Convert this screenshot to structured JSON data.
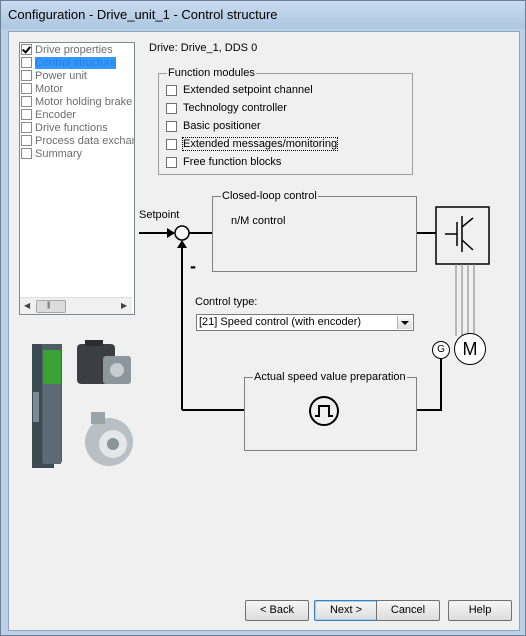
{
  "window": {
    "title": "Configuration - Drive_unit_1 - Control structure"
  },
  "tree": {
    "items": [
      {
        "label": "Drive properties",
        "checked": true,
        "selected": false
      },
      {
        "label": "Control structure",
        "checked": false,
        "selected": true
      },
      {
        "label": "Power unit",
        "checked": false,
        "selected": false
      },
      {
        "label": "Motor",
        "checked": false,
        "selected": false
      },
      {
        "label": "Motor holding brake",
        "checked": false,
        "selected": false
      },
      {
        "label": "Encoder",
        "checked": false,
        "selected": false
      },
      {
        "label": "Drive functions",
        "checked": false,
        "selected": false
      },
      {
        "label": "Process data exchan",
        "checked": false,
        "selected": false
      },
      {
        "label": "Summary",
        "checked": false,
        "selected": false
      }
    ]
  },
  "main": {
    "drive_title": "Drive: Drive_1, DDS 0",
    "function_modules": {
      "legend": "Function modules",
      "items": [
        "Extended setpoint channel",
        "Technology controller",
        "Basic positioner",
        "Extended messages/monitoring",
        "Free function blocks"
      ]
    },
    "diagram": {
      "setpoint_label": "Setpoint",
      "minus_sign": "-",
      "closed_loop_legend": "Closed-loop control",
      "closed_loop_text": "n/M control",
      "control_type_label": "Control type:",
      "control_type_value": "[21] Speed control (with encoder)",
      "actual_speed_legend": "Actual speed value preparation",
      "encoder_symbol": "G",
      "motor_symbol": "M"
    }
  },
  "buttons": {
    "back": "< Back",
    "next": "Next >",
    "cancel": "Cancel",
    "help": "Help"
  },
  "colors": {
    "selection": "#3399ff",
    "titlebar": "#bcd1e8",
    "drive_green": "#3aa335",
    "drive_body": "#3c4a52"
  }
}
